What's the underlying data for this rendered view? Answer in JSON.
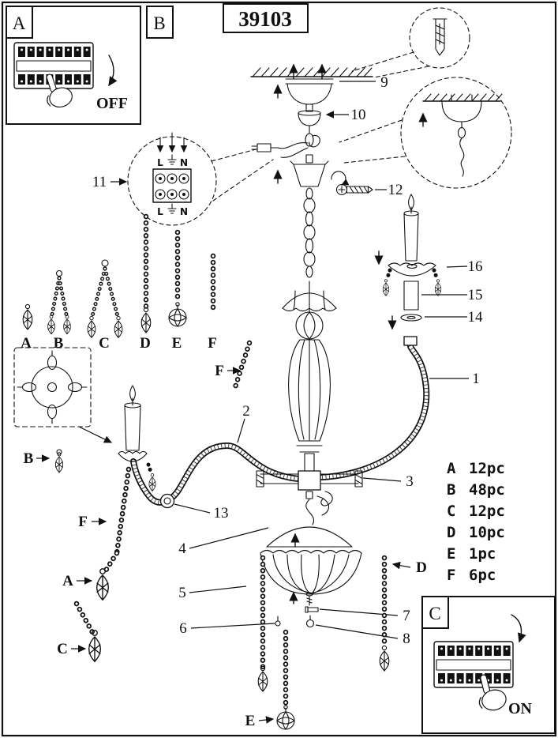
{
  "title": "39103",
  "insets": {
    "a": "A",
    "b": "B",
    "c": "C",
    "off": "OFF",
    "on": "ON"
  },
  "callouts": {
    "c1": "1",
    "c2": "2",
    "c3": "3",
    "c4": "4",
    "c5": "5",
    "c6": "6",
    "c7": "7",
    "c8": "8",
    "c9": "9",
    "c10": "10",
    "c11": "11",
    "c12": "12",
    "c13": "13",
    "c14": "14",
    "c15": "15",
    "c16": "16"
  },
  "legend_letters": {
    "a": "A",
    "b": "B",
    "c": "C",
    "d": "D",
    "e": "E",
    "f": "F"
  },
  "pendant_callouts": {
    "a": "A",
    "b": "B",
    "c": "C",
    "d": "D",
    "e": "E",
    "f": "F",
    "f2": "F"
  },
  "terminal": {
    "l_top": "L",
    "n_top": "N",
    "l_bot": "L",
    "n_bot": "N"
  },
  "parts_list": {
    "rows": [
      {
        "letter": "A",
        "qty": "12pc"
      },
      {
        "letter": "B",
        "qty": "48pc"
      },
      {
        "letter": "C",
        "qty": "12pc"
      },
      {
        "letter": "D",
        "qty": "10pc"
      },
      {
        "letter": "E",
        "qty": "1pc"
      },
      {
        "letter": "F",
        "qty": "6pc"
      }
    ]
  }
}
